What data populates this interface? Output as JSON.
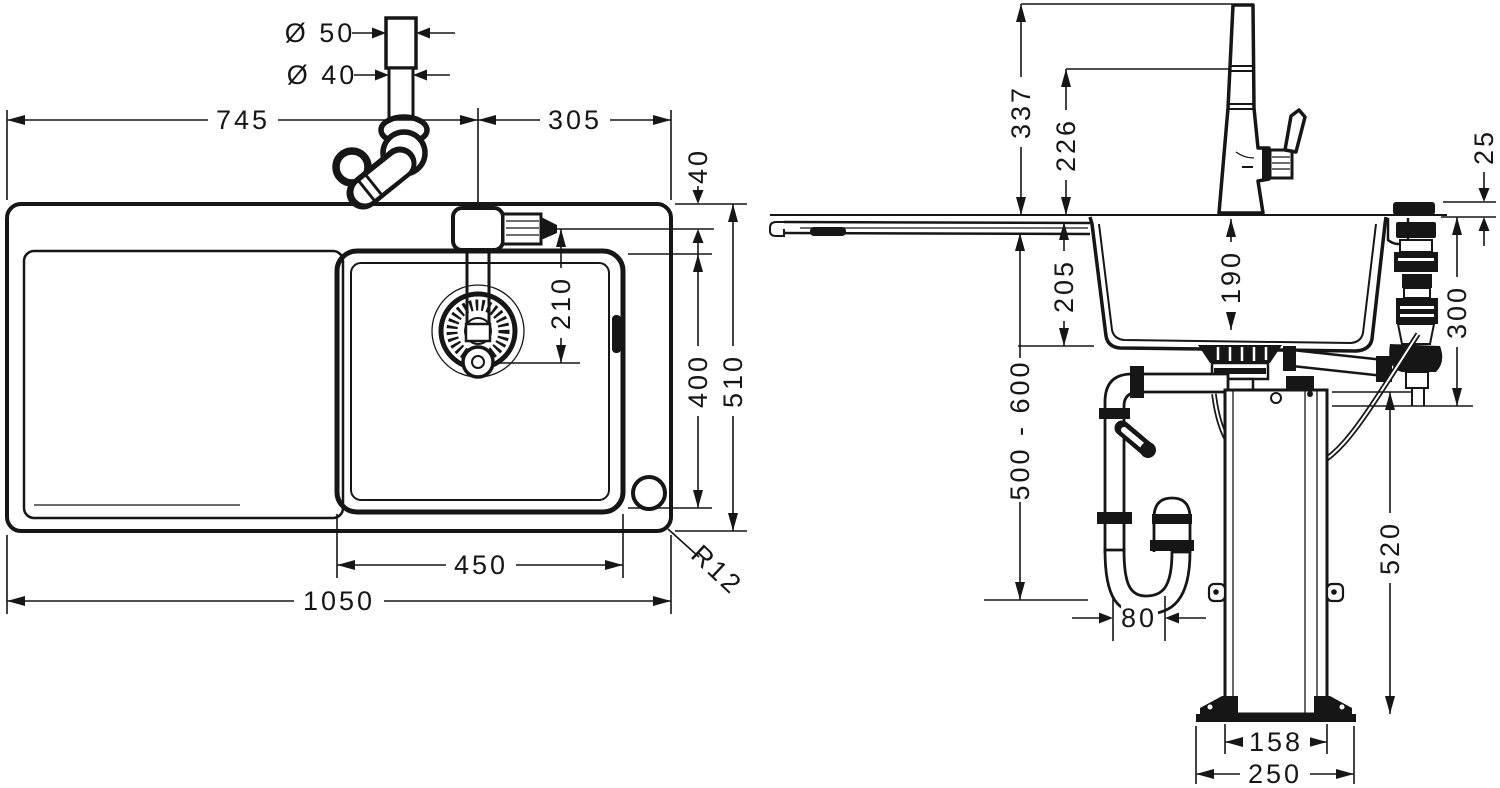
{
  "drawing": {
    "kind": "installation dimension drawing",
    "subject": "kitchen sink combination with single-lever tap, drain set and mounting frame",
    "line_color": "#161616",
    "background": "#ffffff",
    "views": {
      "left": "plan (top) view",
      "right": "side section view"
    }
  },
  "dims_plan": {
    "drain_pipe_upper": "Ø 50",
    "drain_pipe_lower": "Ø 40",
    "left_edge_to_tap": "745",
    "tap_to_right_edge": "305",
    "rear_edge_to_tap_axis": "40",
    "tap_axis_to_spout": "210",
    "bowl_depth": "400",
    "overall_depth": "510",
    "bowl_width": "450",
    "overall_width": "1050",
    "corner_radius": "R12"
  },
  "dims_side": {
    "tap_total_height": "337",
    "spout_outlet_height": "226",
    "knob_above_counter": "25",
    "bowl_outer_depth": "205",
    "bowl_inner_depth": "190",
    "drain_drop": "300",
    "trap_height_range": "500 - 600",
    "trap_bend_offset": "80",
    "frame_height": "520",
    "frame_width": "158",
    "base_plate_width": "250"
  }
}
